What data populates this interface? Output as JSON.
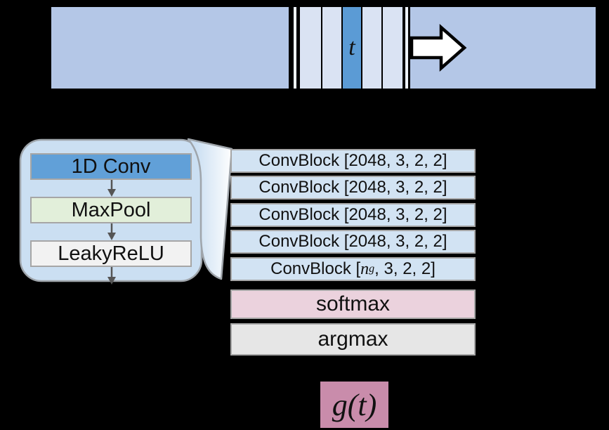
{
  "colors": {
    "background": "#000000",
    "waveform_bar": "#b4c7e7",
    "frame_stripe_light": "#dae3f3",
    "frame_stripe_selected": "#5b9bd5",
    "conv1d_fill": "#61a0d8",
    "maxpool_fill": "#e2efda",
    "leakyrelu_fill": "#f2f2f2",
    "callout_fill": "#cbdff2",
    "convblock_fill": "#d2e3f3",
    "softmax_fill": "#ebd2dd",
    "argmax_fill": "#e6e6e6",
    "output_fill": "#c98cab",
    "border_gray": "#a6a6a6"
  },
  "top_bar": {
    "selected_frame_label": "t"
  },
  "conv_block_detail": {
    "layers": [
      {
        "label": "1D Conv"
      },
      {
        "label": "MaxPool"
      },
      {
        "label": "LeakyReLU"
      }
    ]
  },
  "network_stack": {
    "conv_rows": [
      {
        "label": "ConvBlock [2048, 3, 2, 2]"
      },
      {
        "label": "ConvBlock [2048, 3, 2, 2]"
      },
      {
        "label": "ConvBlock [2048, 3, 2, 2]"
      },
      {
        "label": "ConvBlock [2048, 3, 2, 2]"
      }
    ],
    "conv_row_ng": {
      "prefix": "ConvBlock [",
      "variable": "n",
      "subscript": "g",
      "suffix": ", 3, 2, 2]"
    },
    "softmax_label": "softmax",
    "argmax_label": "argmax"
  },
  "output": {
    "label": "g(t)"
  }
}
